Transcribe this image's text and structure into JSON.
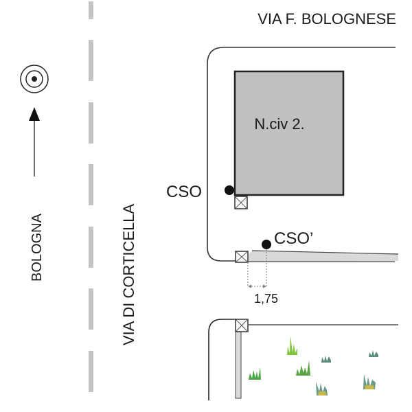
{
  "streets": {
    "top": "VIA F. BOLOGNESE",
    "left": "VIA DI CORTICELLA"
  },
  "direction": {
    "label": "BOLOGNA",
    "icon": "target-icon"
  },
  "building": {
    "label": "N.civ 2."
  },
  "points": {
    "cso": "CSO",
    "cso_prime": "CSO’"
  },
  "dimension": {
    "value": "1,75"
  },
  "colors": {
    "building_fill": "#c0c0c0",
    "sidewalk_fill": "#d9d9d9",
    "road_dash": "#c4c4c4",
    "line": "#333333"
  }
}
